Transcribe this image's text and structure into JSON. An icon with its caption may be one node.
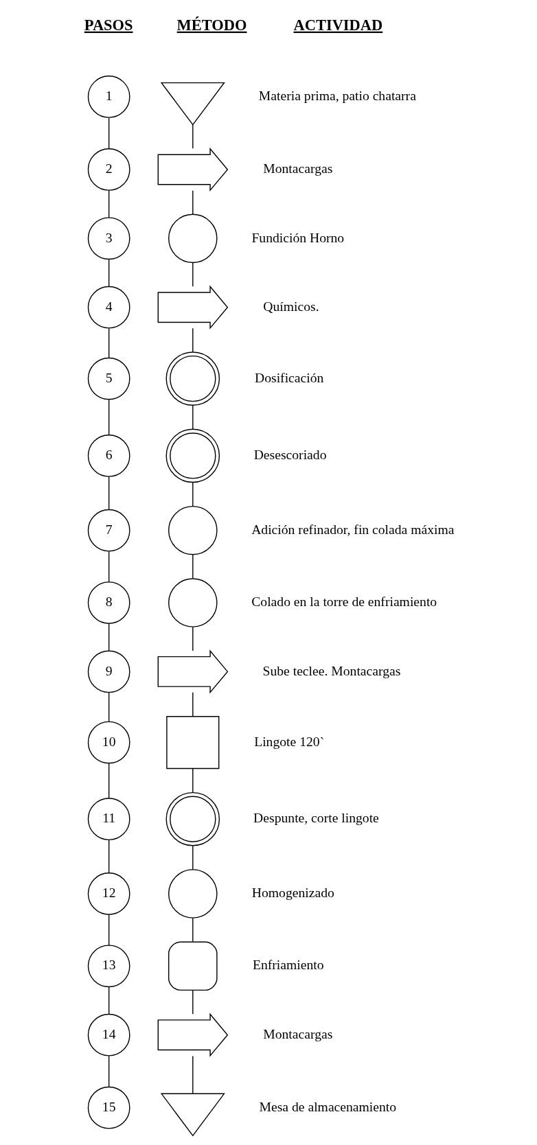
{
  "diagram": {
    "nodes": [
      {
        "text": [
          "1"
        ]
      },
      {
        "text": [],
        "shape": "triangle",
        "beside": [
          "Materia prima, patio chatarra"
        ]
      },
      {
        "text": [
          "2"
        ]
      },
      {
        "text": [],
        "shape": "arrow",
        "beside": [
          "Montacargas"
        ]
      },
      {
        "text": [
          "3"
        ]
      },
      {
        "text": [],
        "shape": "circle",
        "beside": [
          "Fundición Horno"
        ]
      },
      {
        "text": [
          "4"
        ]
      },
      {
        "text": [],
        "shape": "arrow",
        "beside": [
          "Químicos."
        ]
      },
      {
        "text": [
          "5"
        ]
      },
      {
        "text": [],
        "shape": "boxed-circle",
        "beside": [
          "Dosificación"
        ]
      },
      {
        "text": [
          "6"
        ]
      },
      {
        "text": [],
        "shape": "boxed-circle",
        "beside": [
          "Desescoriado"
        ]
      },
      {
        "text": [
          "7"
        ]
      },
      {
        "text": [],
        "shape": "circle",
        "beside": [
          "Adición refinador, fin colada máxima"
        ]
      },
      {
        "text": [
          "8"
        ]
      },
      {
        "text": [],
        "shape": "circle",
        "beside": [
          "Colado en la torre de enfriamiento"
        ]
      },
      {
        "text": [
          "9"
        ]
      },
      {
        "text": [],
        "shape": "arrow",
        "beside": [
          "Sube teclee. Montacargas"
        ]
      },
      {
        "text": [
          "10"
        ]
      },
      {
        "text": [],
        "shape": "box",
        "beside": [
          "Lingote 120`"
        ]
      },
      {
        "text": [
          "11"
        ]
      },
      {
        "text": [],
        "shape": "boxed-circle",
        "beside": [
          "Despunte, corte lingote"
        ]
      },
      {
        "text": [
          "12"
        ]
      },
      {
        "text": [],
        "shape": "circle",
        "beside": [
          "Homogenizado"
        ]
      },
      {
        "text": [
          "13"
        ]
      },
      {
        "text": [],
        "shape": "delay",
        "beside": [
          "Enfriamiento"
        ]
      },
      {
        "text": [
          "14"
        ]
      },
      {
        "text": [],
        "shape": "arrow",
        "beside": [
          "Montacargas"
        ]
      },
      {
        "text": [
          "15"
        ]
      },
      {
        "text": [],
        "shape": "triangle",
        "beside": [
          "Mesa de almacenamiento"
        ]
      }
    ],
    "edges": [
      {
        "from": 0,
        "to": 2,
        "arrow": "none"
      },
      {
        "from": 2,
        "to": 4,
        "arrow": "none"
      },
      {
        "from": 4,
        "to": 6,
        "arrow": "none"
      },
      {
        "from": 6,
        "to": 8,
        "arrow": "none"
      },
      {
        "from": 8,
        "to": 10,
        "arrow": "none"
      },
      {
        "from": 10,
        "to": 12,
        "arrow": "none"
      },
      {
        "from": 12,
        "to": 14,
        "arrow": "none"
      },
      {
        "from": 14,
        "to": 16,
        "arrow": "none"
      },
      {
        "from": 16,
        "to": 18,
        "arrow": "none"
      },
      {
        "from": 18,
        "to": 20,
        "arrow": "none"
      },
      {
        "from": 20,
        "to": 22,
        "arrow": "none"
      },
      {
        "from": 22,
        "to": 24,
        "arrow": "none"
      },
      {
        "from": 24,
        "to": 26,
        "arrow": "none"
      },
      {
        "from": 26,
        "to": 28,
        "arrow": "none"
      },
      {
        "from": 1,
        "to": 3,
        "arrow": "none"
      },
      {
        "from": 3,
        "to": 5,
        "arrow": "none"
      },
      {
        "from": 5,
        "to": 7,
        "arrow": "none"
      },
      {
        "from": 7,
        "to": 9,
        "arrow": "none"
      },
      {
        "from": 9,
        "to": 11,
        "arrow": "none"
      },
      {
        "from": 11,
        "to": 13,
        "arrow": "none"
      },
      {
        "from": 13,
        "to": 15,
        "arrow": "none"
      },
      {
        "from": 15,
        "to": 17,
        "arrow": "none"
      },
      {
        "from": 17,
        "to": 19,
        "arrow": "none"
      },
      {
        "from": 19,
        "to": 21,
        "arrow": "none"
      },
      {
        "from": 21,
        "to": 23,
        "arrow": "none"
      },
      {
        "from": 23,
        "to": 25,
        "arrow": "none"
      },
      {
        "from": 25,
        "to": 27,
        "arrow": "none"
      },
      {
        "from": 27,
        "to": 29,
        "arrow": "none"
      }
    ],
    "labels": [
      "PASOS",
      "MÉTODO",
      "ACTIVIDAD"
    ]
  }
}
